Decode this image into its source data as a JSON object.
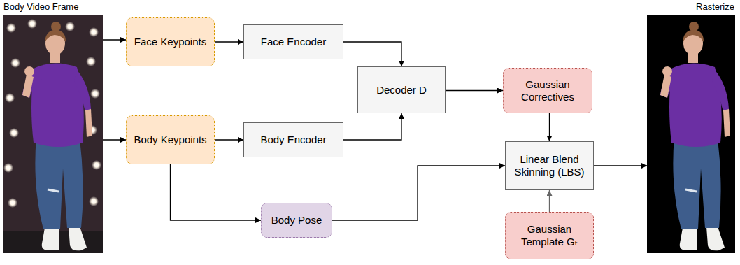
{
  "diagram": {
    "nodes": [
      {
        "text": [
          "Face Keypoints"
        ]
      },
      {
        "text": [
          "Face Encoder"
        ]
      },
      {
        "text": [
          "Decoder D"
        ]
      },
      {
        "text": [
          "Gaussian Correctives"
        ]
      },
      {
        "text": [
          "Body Keypoints"
        ]
      },
      {
        "text": [
          "Body Encoder"
        ]
      },
      {
        "text": [
          "Linear Blend Skinning (LBS)"
        ]
      },
      {
        "text": [
          "Body Pose"
        ]
      },
      {
        "text": [
          "Gaussian Template Gₜ"
        ]
      }
    ],
    "edges": [
      {
        "from": 0,
        "to": 1,
        "arrow": "to"
      },
      {
        "from": 1,
        "to": 2,
        "arrow": "to"
      },
      {
        "from": 4,
        "to": 5,
        "arrow": "to"
      },
      {
        "from": 5,
        "to": 2,
        "arrow": "to"
      },
      {
        "from": 2,
        "to": 3,
        "arrow": "to"
      },
      {
        "from": 3,
        "to": 6,
        "arrow": "to"
      },
      {
        "from": 4,
        "to": 7,
        "arrow": "to"
      },
      {
        "from": 7,
        "to": 6,
        "arrow": "to"
      },
      {
        "from": 8,
        "to": 6,
        "arrow": "to"
      }
    ],
    "labels": [
      "Body Video Frame",
      "Rasterize"
    ]
  }
}
